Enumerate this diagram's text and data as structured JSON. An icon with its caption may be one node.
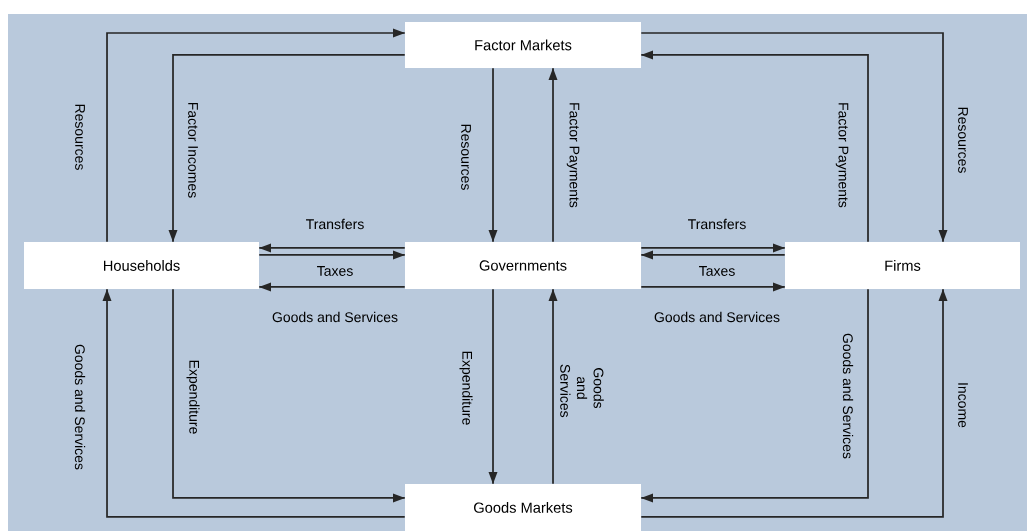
{
  "diagram": {
    "nodes": [
      {
        "text": [
          "Factor Markets"
        ]
      },
      {
        "text": [
          "Households"
        ]
      },
      {
        "text": [
          "Governments"
        ]
      },
      {
        "text": [
          "Firms"
        ]
      },
      {
        "text": [
          "Goods Markets"
        ]
      }
    ],
    "edges": [
      {
        "from": 1,
        "to": 0,
        "arrow": "to",
        "label": "Resources"
      },
      {
        "from": 0,
        "to": 1,
        "arrow": "to",
        "label": "Factor Incomes"
      },
      {
        "from": 0,
        "to": 2,
        "arrow": "to",
        "label": "Resources"
      },
      {
        "from": 2,
        "to": 0,
        "arrow": "to",
        "label": "Factor Payments"
      },
      {
        "from": 0,
        "to": 3,
        "arrow": "to",
        "label": "Resources"
      },
      {
        "from": 3,
        "to": 0,
        "arrow": "to",
        "label": "Factor Payments"
      },
      {
        "from": 2,
        "to": 1,
        "arrow": "to",
        "label": "Transfers"
      },
      {
        "from": 1,
        "to": 2,
        "arrow": "to",
        "label": "Taxes"
      },
      {
        "from": 2,
        "to": 1,
        "arrow": "to",
        "label": "Goods and Services"
      },
      {
        "from": 2,
        "to": 3,
        "arrow": "to",
        "label": "Transfers"
      },
      {
        "from": 3,
        "to": 2,
        "arrow": "to",
        "label": "Taxes"
      },
      {
        "from": 2,
        "to": 3,
        "arrow": "to",
        "label": "Goods and Services"
      },
      {
        "from": 1,
        "to": 4,
        "arrow": "to",
        "label": "Expenditure"
      },
      {
        "from": 4,
        "to": 1,
        "arrow": "to",
        "label": "Goods and Services"
      },
      {
        "from": 2,
        "to": 4,
        "arrow": "to",
        "label": "Expenditure"
      },
      {
        "from": 4,
        "to": 2,
        "arrow": "to",
        "label": "Goods and Services"
      },
      {
        "from": 3,
        "to": 4,
        "arrow": "to",
        "label": "Goods and Services"
      },
      {
        "from": 4,
        "to": 3,
        "arrow": "to",
        "label": "Income"
      }
    ]
  }
}
